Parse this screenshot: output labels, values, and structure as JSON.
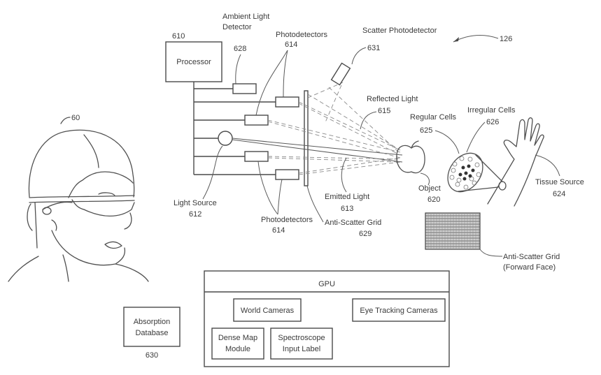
{
  "figure_ref": "126",
  "headset": {
    "ref": "60"
  },
  "processor": {
    "label": "Processor",
    "ref": "610"
  },
  "ambient_light_detector": {
    "label_line1": "Ambient Light",
    "label_line2": "Detector",
    "ref": "628"
  },
  "photodetectors_top": {
    "label": "Photodetectors",
    "ref": "614"
  },
  "photodetectors_bottom": {
    "label": "Photodetectors",
    "ref": "614"
  },
  "light_source": {
    "label": "Light Source",
    "ref": "612"
  },
  "scatter_photodetector": {
    "label": "Scatter Photodetector",
    "ref": "631"
  },
  "reflected_light": {
    "label": "Reflected Light",
    "ref": "615"
  },
  "emitted_light": {
    "label": "Emitted Light",
    "ref": "613"
  },
  "anti_scatter_grid": {
    "label": "Anti-Scatter Grid",
    "ref": "629"
  },
  "object": {
    "label": "Object",
    "ref": "620"
  },
  "regular_cells": {
    "label": "Regular Cells",
    "ref": "625"
  },
  "irregular_cells": {
    "label": "Irregular Cells",
    "ref": "626"
  },
  "tissue_source": {
    "label": "Tissue Source",
    "ref": "624"
  },
  "anti_scatter_grid_face": {
    "label_line1": "Anti-Scatter Grid",
    "label_line2": "(Forward Face)"
  },
  "gpu": {
    "title": "GPU",
    "modules": {
      "world_cameras": "World Cameras",
      "eye_tracking_cameras": "Eye Tracking Cameras",
      "dense_map_line1": "Dense Map",
      "dense_map_line2": "Module",
      "spectroscope_line1": "Spectroscope",
      "spectroscope_line2": "Input Label"
    }
  },
  "absorption_database": {
    "label_line1": "Absorption",
    "label_line2": "Database",
    "ref": "630"
  }
}
